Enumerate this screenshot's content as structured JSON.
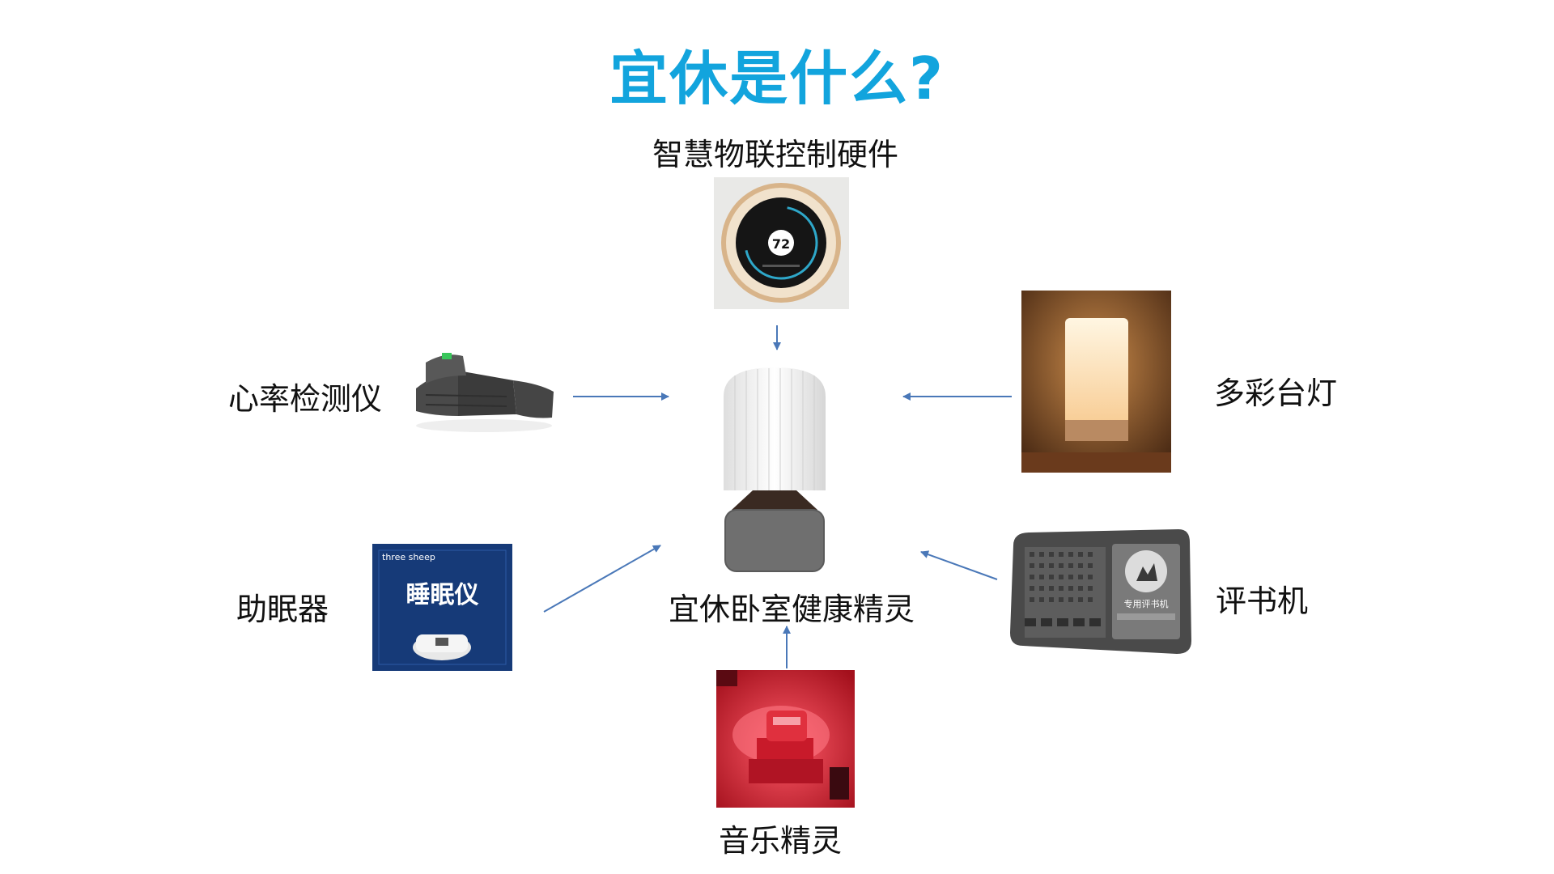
{
  "title": "宜休是什么?",
  "center": {
    "label": "宜休卧室健康精灵"
  },
  "nodes": {
    "hardware": {
      "label": "智慧物联控制硬件",
      "display_value": "72"
    },
    "heart_rate": {
      "label": "心率检测仪"
    },
    "lamp": {
      "label": "多彩台灯"
    },
    "sleep_aid": {
      "label": "助眠器",
      "box_brand": "three sheep",
      "box_title": "睡眠仪"
    },
    "storyteller": {
      "label": "评书机",
      "device_text": "专用评书机"
    },
    "music": {
      "label": "音乐精灵"
    }
  },
  "colors": {
    "title": "#12a4dd",
    "arrow": "#4a78b8",
    "text": "#111111"
  }
}
